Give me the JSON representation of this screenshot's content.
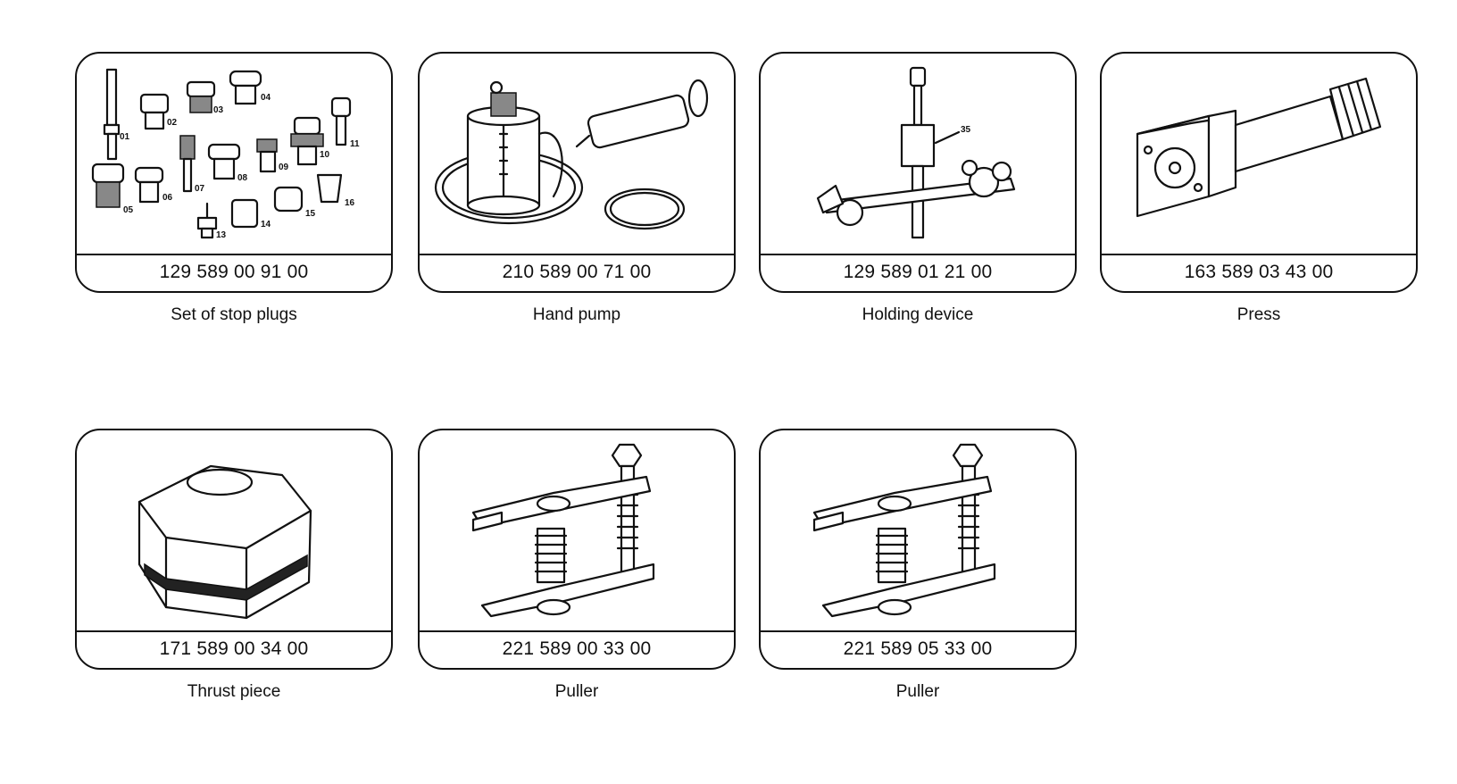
{
  "tools": [
    {
      "part_number": "129 589 00 91 00",
      "name": "Set of stop plugs",
      "callouts": [
        "01",
        "02",
        "03",
        "04",
        "05",
        "06",
        "07",
        "08",
        "09",
        "10",
        "11",
        "13",
        "14",
        "15",
        "16"
      ]
    },
    {
      "part_number": "210 589 00 71 00",
      "name": "Hand pump"
    },
    {
      "part_number": "129 589 01 21 00",
      "name": "Holding device",
      "callouts": [
        "35"
      ]
    },
    {
      "part_number": "163 589 03 43 00",
      "name": "Press"
    },
    {
      "part_number": "171 589 00 34 00",
      "name": "Thrust piece"
    },
    {
      "part_number": "221 589 00 33 00",
      "name": "Puller"
    },
    {
      "part_number": "221 589 05 33 00",
      "name": "Puller"
    }
  ]
}
